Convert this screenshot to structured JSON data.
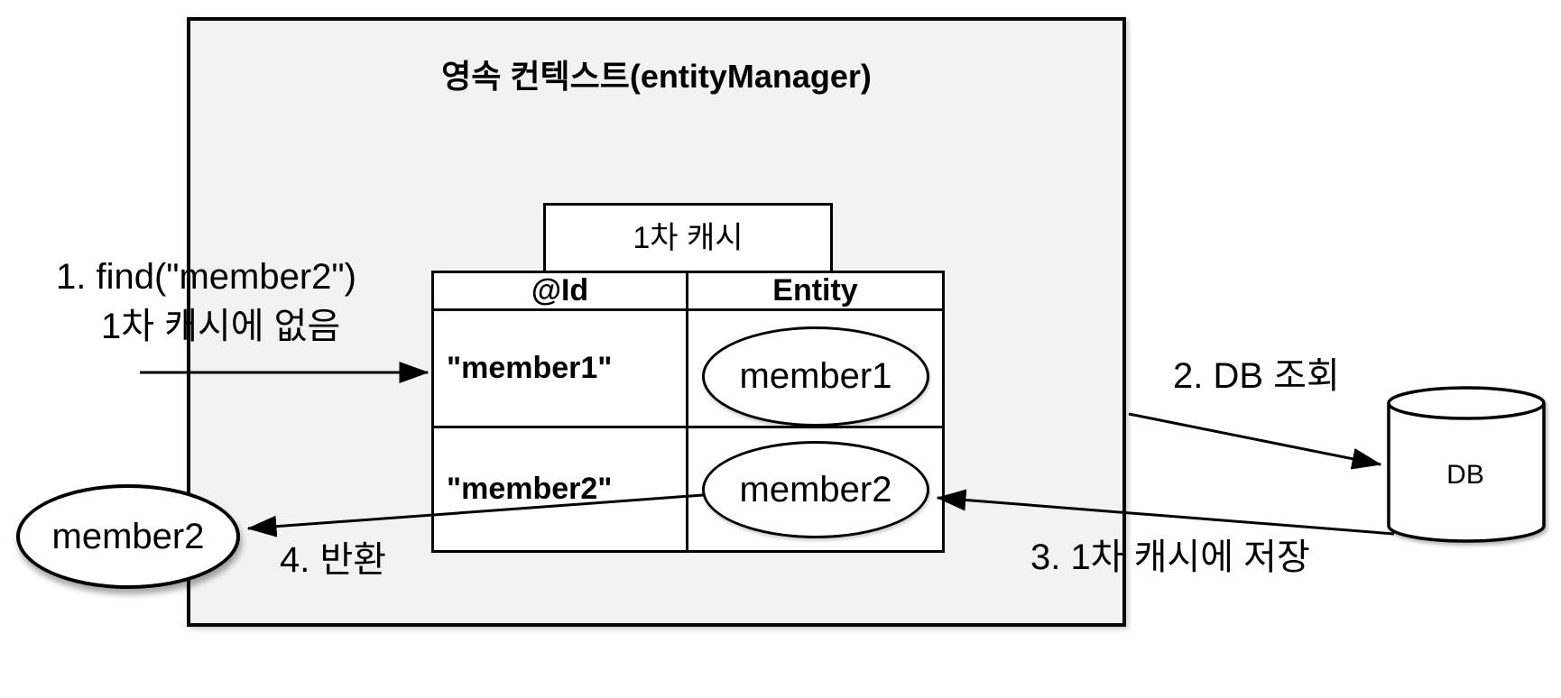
{
  "colors": {
    "canvas": "#ffffff",
    "context_box_fill": "#f2f2f2",
    "shape_fill": "#ffffff",
    "line": "#000000"
  },
  "persistence_context": {
    "title": "영속 컨텍스트(entityManager)"
  },
  "first_level_cache": {
    "label": "1차 캐시"
  },
  "cache_table": {
    "headers": {
      "id": "@Id",
      "entity": "Entity"
    },
    "rows": [
      {
        "id": "\"member1\"",
        "entity": "member1"
      },
      {
        "id": "\"member2\"",
        "entity": "member2"
      }
    ]
  },
  "returned_entity": {
    "label": "member2"
  },
  "database": {
    "label": "DB"
  },
  "steps": {
    "step1_line1": "1. find(\"member2\")",
    "step1_line2": "1차 캐시에 없음",
    "step2": "2. DB 조회",
    "step3": "3. 1차 캐시에 저장",
    "step4": "4. 반환"
  }
}
